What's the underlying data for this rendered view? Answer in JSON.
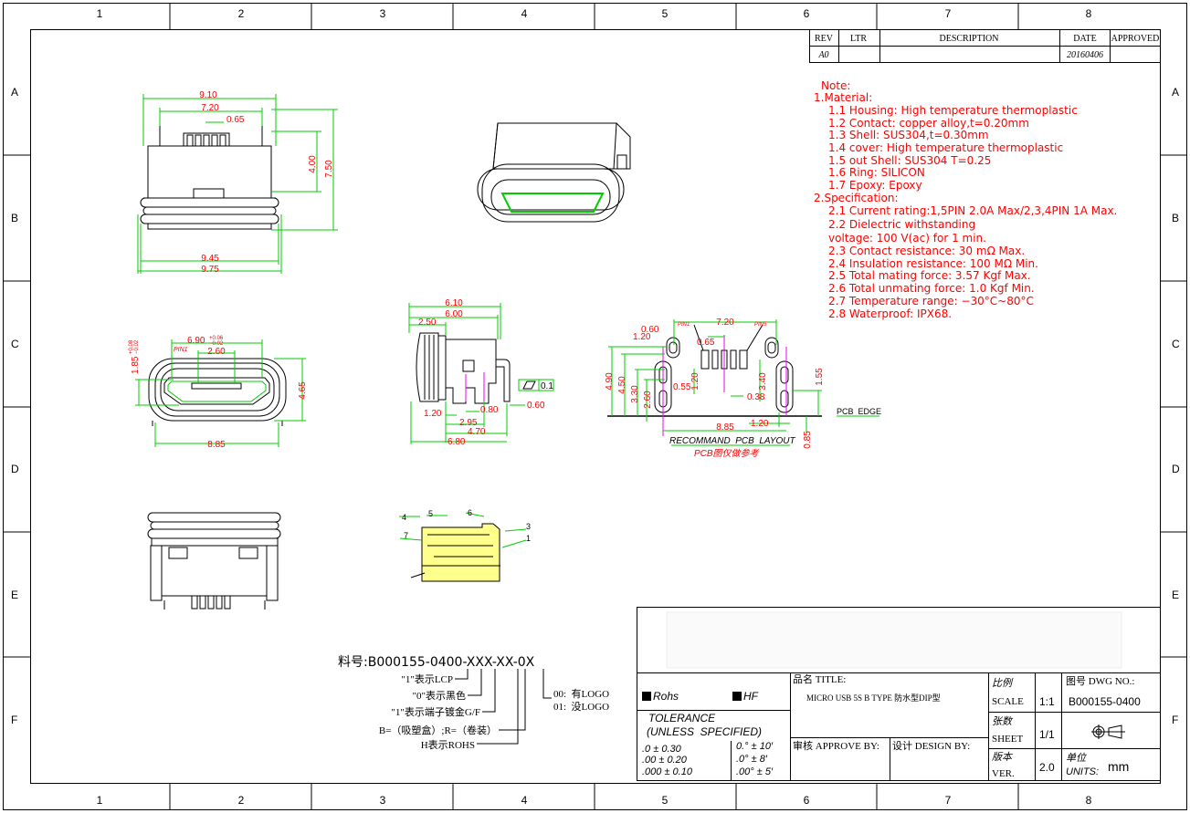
{
  "border": {
    "columns": [
      "1",
      "2",
      "3",
      "4",
      "5",
      "6",
      "7",
      "8"
    ],
    "rows": [
      "A",
      "B",
      "C",
      "D",
      "E",
      "F"
    ]
  },
  "revision_table": {
    "headers": [
      "REV",
      "LTR",
      "DESCRIPTION",
      "DATE",
      "APPROVED"
    ],
    "rows": [
      [
        "A0",
        "",
        "",
        "20160406",
        ""
      ]
    ]
  },
  "notes": {
    "heading": "Note:",
    "material_heading": "1.Material:",
    "material": [
      "1.1  Housing:   High  temperature   thermoplastic",
      "1.2  Contact:  copper  alloy,t=0.20mm",
      "1.3  Shell:  SUS304,t=0.30mm",
      "1.4  cover:  High  temperature   thermoplastic",
      "1.5  out  Shell:  SUS304  T=0.25",
      "1.6  Ring:  SILICON",
      "1.7  Epoxy:  Epoxy"
    ],
    "spec_heading": "2.Specification:",
    "specification": [
      "2.1  Current  rating:1,5PIN  2.0A  Max/2,3,4PIN  1A  Max.",
      "2.2  Dielectric  withstanding",
      "       voltage:  100  V(ac)  for  1  min.",
      "2.3  Contact  resistance:  30  mΩ  Max.",
      "2.4  Insulation  resistance:  100  MΩ  Min.",
      "2.5  Total  mating  force:  3.57  Kgf  Max.",
      "2.6  Total  unmating  force:  1.0  Kgf  Min.",
      "2.7  Temperature  range:  −30°C~80°C",
      "2.8  Waterproof:  IPX68."
    ]
  },
  "views": {
    "top_view": {
      "dims": [
        "9.10",
        "7.20",
        "0.65",
        "4.00",
        "7.50",
        "9.45",
        "9.75"
      ]
    },
    "face_view": {
      "dims": [
        "6.90",
        "+0.06",
        "−0.02",
        "2.60",
        "1.85",
        "+0.08",
        "−0.02",
        "4.65",
        "8.85"
      ],
      "pin_label": "PIN1"
    },
    "side_view": {
      "dims": [
        "6.10",
        "6.00",
        "2.50",
        "1.20",
        "0.80",
        "2.95",
        "4.70",
        "6.80",
        "0.60",
        "0.1"
      ]
    },
    "pcb_layout": {
      "dims": [
        "0.60",
        "1.20",
        "7.20",
        "0.65",
        "4.90",
        "4.50",
        "3.30",
        "2.60",
        "0.55",
        "1.20",
        "0.38",
        "3.40",
        "1.55",
        "8.85",
        "1.20",
        "0.85"
      ],
      "pin1": "PIN1",
      "pin5": "PIN5",
      "edge_label": "PCB  EDGE",
      "title": "RECOMMAND  PCB  LAYOUT",
      "subtitle": "PCB图仅做参考"
    },
    "section_view": {
      "callouts": [
        "4",
        "5",
        "6",
        "3",
        "7",
        "1"
      ]
    }
  },
  "part_number": {
    "label": "料号:B000155-0400-XXX-XX-0X",
    "legend": [
      "\"1\"表示LCP",
      "\"0\"表示黑色",
      "\"1\"表示端子镀金G/F",
      "B=（吸塑盒）;R=（卷装）",
      "H表示ROHS"
    ],
    "logo_options": [
      "00:  有LOGO",
      "01:  没LOGO"
    ]
  },
  "title_block": {
    "rohs": "Rohs",
    "hf": "HF",
    "tolerance_title": "TOLERANCE",
    "tolerance_sub": "(UNLESS  SPECIFIED)",
    "tolerance_linear": [
      ".0 ± 0.30",
      ".00 ± 0.20",
      ".000 ± 0.10"
    ],
    "tolerance_angular": [
      "0.° ± 10′",
      ".0° ± 8′",
      ".00° ± 5′"
    ],
    "title_label": "品名 TITLE:",
    "title_value": "MICRO USB 5S B TYPE 防水型DIP型",
    "approve_label": "审核 APPROVE BY:",
    "design_label": "设计 DESIGN BY:",
    "scale_cn": "比例",
    "scale_label": "SCALE",
    "scale_value": "1:1",
    "sheet_cn": "张数",
    "sheet_label": "SHEET",
    "sheet_value": "1/1",
    "ver_cn": "版本",
    "ver_label": "VER.",
    "ver_value": "2.0",
    "dwg_label": "图号 DWG NO.:",
    "dwg_value": "B000155-0400",
    "units_cn": "单位",
    "units_label": "UNITS:",
    "units_value": "mm",
    "projection_symbol": "first-angle-projection-icon"
  }
}
